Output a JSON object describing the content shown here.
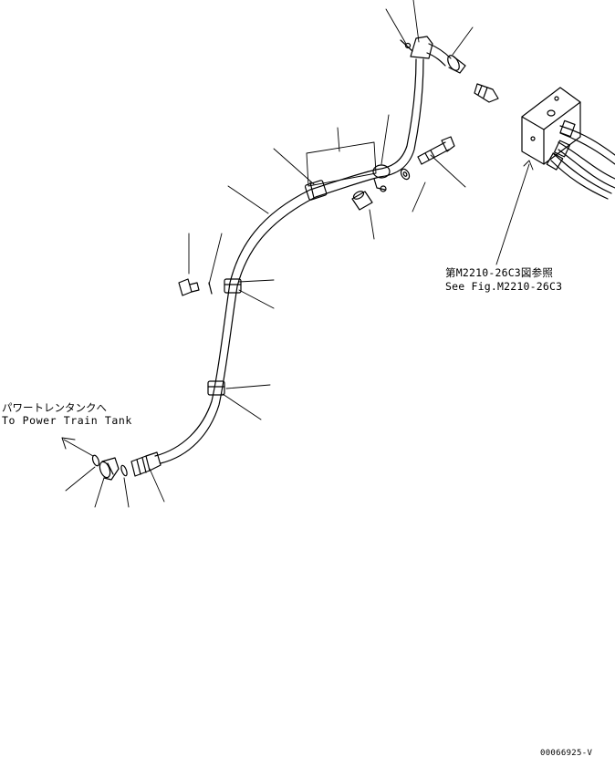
{
  "diagram": {
    "reference": {
      "jp": "第M2210-26C3図参照",
      "en": "See Fig.M2210-26C3"
    },
    "destination": {
      "jp": "パワートレンタンクへ",
      "en": "To Power Train Tank"
    },
    "drawing_number": "00066925-V"
  }
}
